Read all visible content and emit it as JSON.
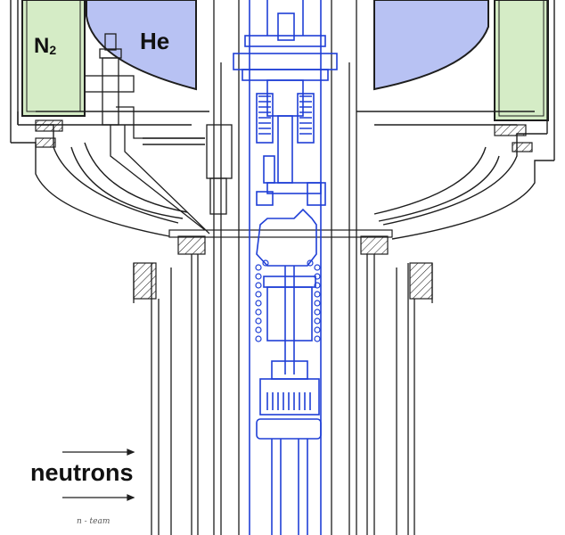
{
  "labels": {
    "n2_main": "N",
    "n2_sub": "2",
    "he": "He",
    "neutrons": "neutrons",
    "signature": "n - team"
  },
  "colors": {
    "ink": "#1e1e1e",
    "blue_parts": "#1f3fd6",
    "nitrogen_fill": "#d5ecc6",
    "helium_fill": "#b8c2f3",
    "background": "#ffffff"
  }
}
